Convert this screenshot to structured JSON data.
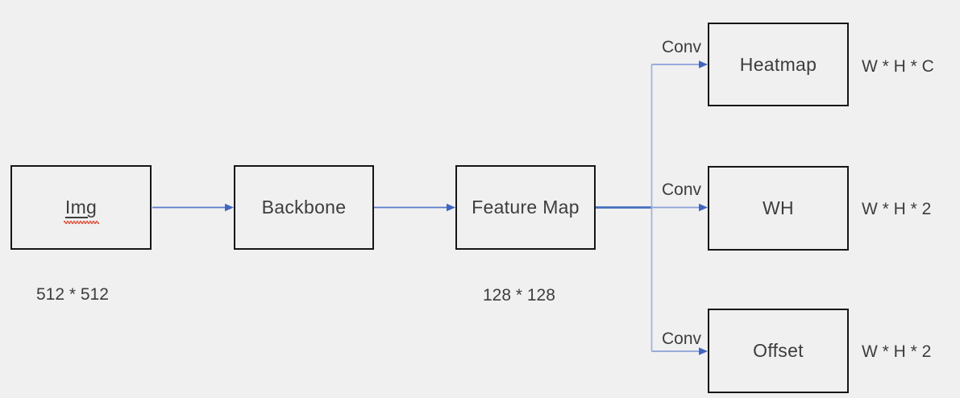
{
  "diagram": {
    "title_hint": "detector-head-architecture",
    "nodes": [
      {
        "id": "img",
        "label": "Img",
        "size_label": "512 * 512",
        "underlined": true,
        "has_spellcheck_squiggle": true
      },
      {
        "id": "backbone",
        "label": "Backbone"
      },
      {
        "id": "feature-map",
        "label": "Feature Map",
        "size_label": "128 * 128"
      },
      {
        "id": "heatmap",
        "label": "Heatmap",
        "output_label": "W * H * C"
      },
      {
        "id": "wh",
        "label": "WH",
        "output_label": "W * H * 2"
      },
      {
        "id": "offset",
        "label": "Offset",
        "output_label": "W * H * 2"
      }
    ],
    "edges": [
      {
        "from": "img",
        "to": "backbone",
        "label": ""
      },
      {
        "from": "backbone",
        "to": "feature-map",
        "label": ""
      },
      {
        "from": "feature-map",
        "to": "heatmap",
        "label": "Conv"
      },
      {
        "from": "feature-map",
        "to": "wh",
        "label": "Conv"
      },
      {
        "from": "feature-map",
        "to": "offset",
        "label": "Conv"
      }
    ],
    "colors": {
      "background": "#f0f0f1",
      "box_border": "#161616",
      "text": "#3d3d3d",
      "arrow_head": "#3f66be",
      "arrow_line": "#5b7cc8",
      "trunk_line_thick": "#4470be",
      "trunk_line_vertical": "#9fb1dc",
      "branch_line": "#8ba1d6",
      "spellcheck_squiggle": "#e0462f"
    }
  }
}
